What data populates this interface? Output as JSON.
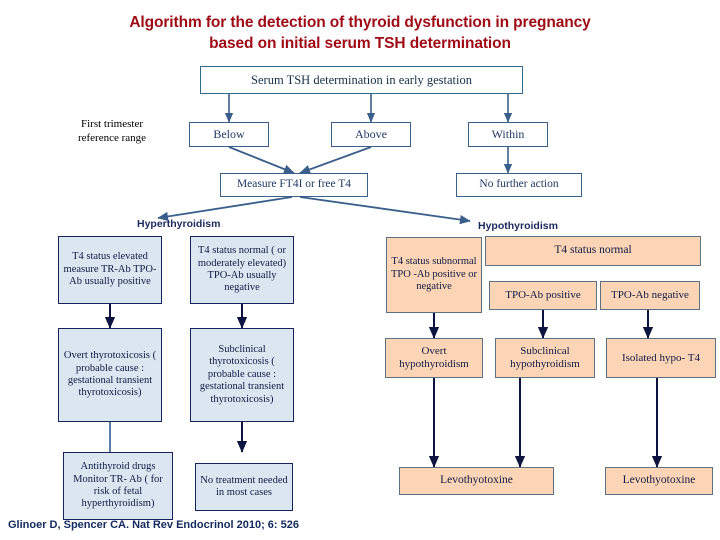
{
  "title": {
    "line1": "Algorithm for the detection of thyroid dysfunction in pregnancy",
    "line2": "based on initial serum TSH determination",
    "color": "#9e0b15"
  },
  "footer": {
    "citation": "Glinoer D, Spencer CA. Nat Rev Endocrinol 2010; 6: 526"
  },
  "colors": {
    "teal_border": "#2b6c8a",
    "blue_border": "#3a5f8a",
    "blue_fill": "#dce6f1",
    "navy_border": "#17235c",
    "peach_fill": "#fbd5b5",
    "peach_border": "#5d7183",
    "connector": "#3a5f8a",
    "connector_dark": "#0d1440"
  },
  "nodes": {
    "root": "Serum TSH determination in early gestation",
    "ref_range_label": "First trimester\nreference range",
    "below": "Below",
    "above": "Above",
    "within": "Within",
    "measure": "Measure  FT4I or free T4",
    "no_further_action": "No further action",
    "hyper_label": "Hyperthyroidism",
    "hypo_label": "Hypothyroidism",
    "hyper_1": "T4 status elevated measure TR-Ab TPO-Ab usually positive",
    "hyper_2": "T4 status normal ( or moderately elevated) TPO-Ab usually negative",
    "hyper_1_result": "Overt thyrotoxicosis ( probable cause : gestational transient thyrotoxicosis)",
    "hyper_2_result": "Subclinical thyrotoxicosis ( probable cause : gestational transient thyrotoxicosis)",
    "hyper_1_action": "Antithyroid drugs Monitor TR- Ab ( for risk of fetal hyperthyroidism)",
    "hyper_2_action": "No treatment needed in most cases",
    "hypo_subnormal": "T4 status subnormal TPO -Ab positive or negative",
    "hypo_normal": "T4 status normal",
    "tpo_positive": "TPO-Ab positive",
    "tpo_negative": "TPO-Ab negative",
    "overt_hypo": "Overt hypothyroidism",
    "subclinical_hypo": "Subclinical hypothyroidism",
    "isolated_hypo_t4": "Isolated hypo- T4",
    "levo_left": "Levothyotoxine",
    "levo_right": "Levothyotoxine"
  },
  "diagram": {
    "type": "flowchart",
    "orientation": "top-down",
    "branches": [
      {
        "condition": "Below",
        "path": [
          "Serum TSH determination in early gestation",
          "Below",
          "Measure  FT4I or free T4",
          "Hyperthyroidism"
        ]
      },
      {
        "condition": "Above",
        "path": [
          "Serum TSH determination in early gestation",
          "Above",
          "Measure  FT4I or free T4",
          "Hypothyroidism"
        ]
      },
      {
        "condition": "Within",
        "path": [
          "Serum TSH determination in early gestation",
          "Within",
          "No further action"
        ]
      }
    ]
  }
}
